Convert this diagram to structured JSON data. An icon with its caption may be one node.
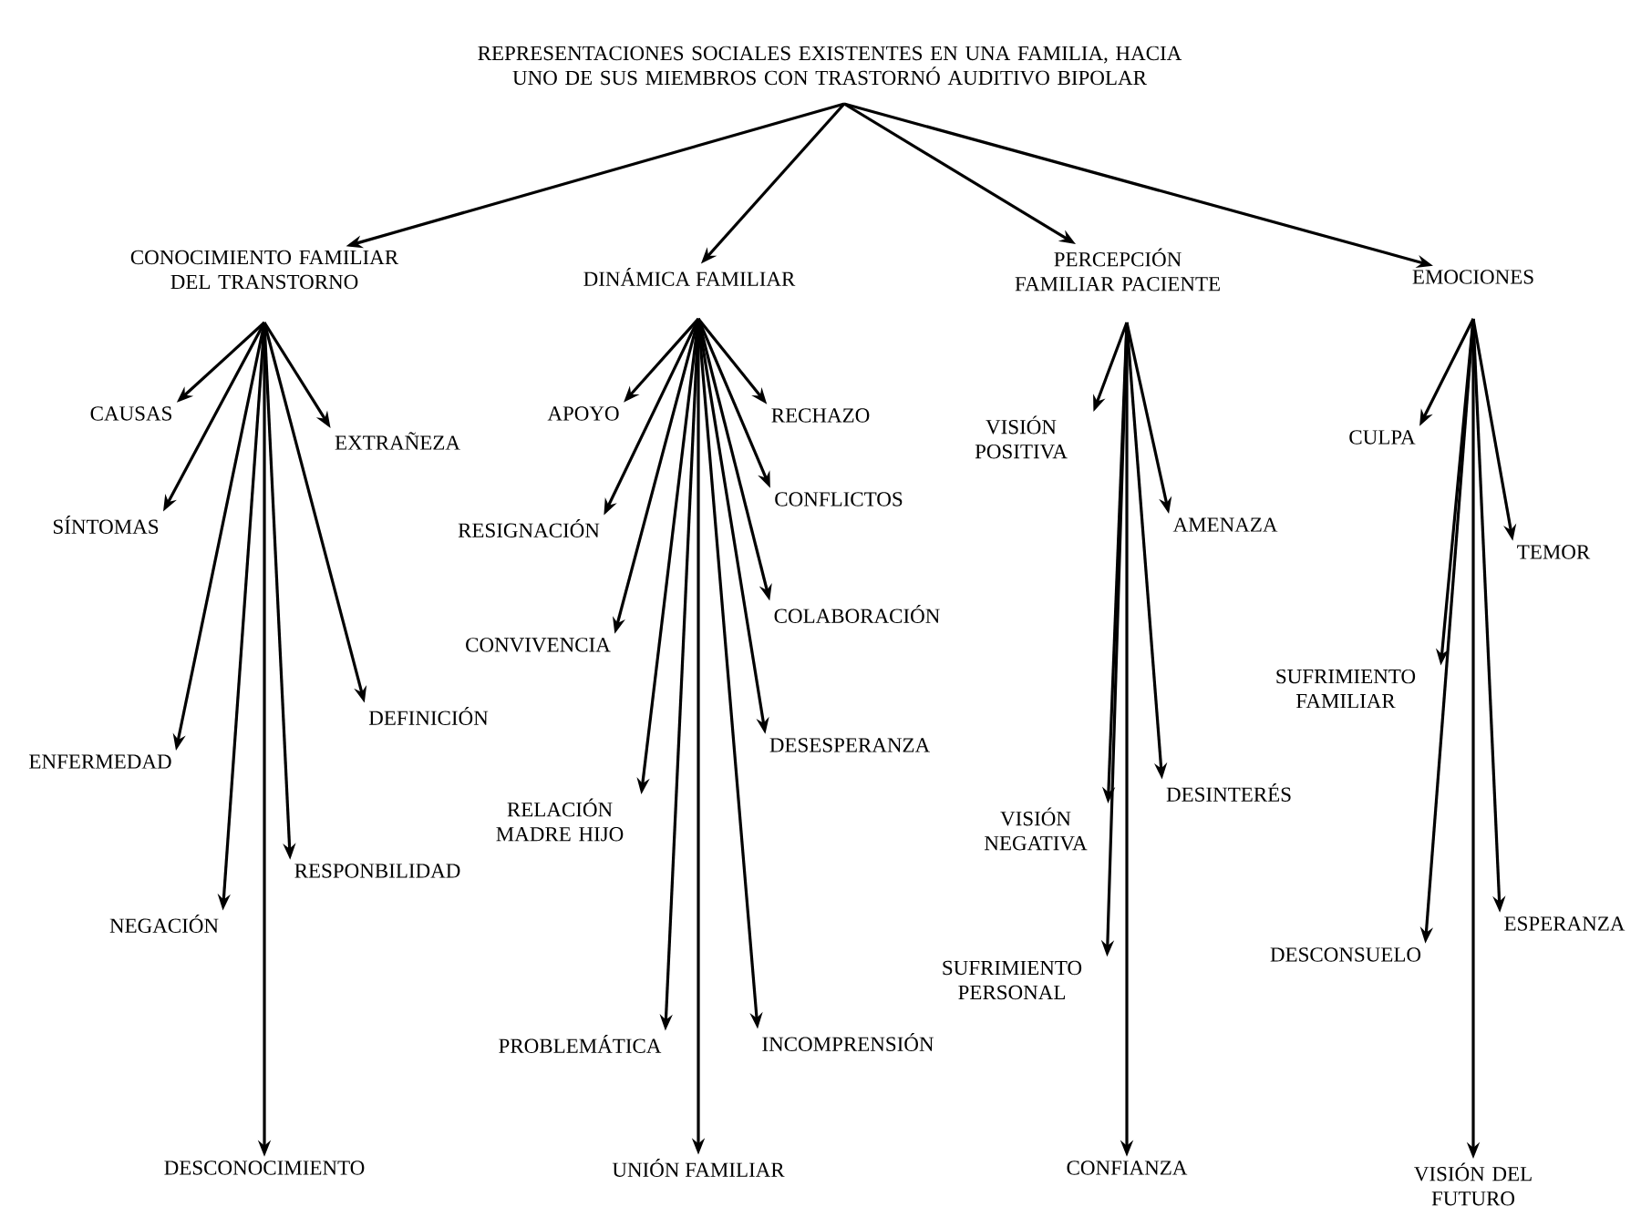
{
  "diagram": {
    "nodes": [
      {
        "text": [
          "REPRESENTACIONES SOCIALES EXISTENTES EN UNA FAMILIA, HACIA UNO DE SUS MIEMBROS CON TRASTORNÓ AUDITIVO BIPOLAR"
        ]
      },
      {
        "text": [
          "CONOCIMIENTO FAMILIAR DEL TRANSTORNO"
        ]
      },
      {
        "text": [
          "DINÁMICA FAMILIAR"
        ]
      },
      {
        "text": [
          "PERCEPCIÓN FAMILIAR PACIENTE"
        ]
      },
      {
        "text": [
          "EMOCIONES"
        ]
      },
      {
        "text": [
          "CAUSAS"
        ]
      },
      {
        "text": [
          "EXTRAÑEZA"
        ]
      },
      {
        "text": [
          "SÍNTOMAS"
        ]
      },
      {
        "text": [
          "DEFINICIÓN"
        ]
      },
      {
        "text": [
          "ENFERMEDAD"
        ]
      },
      {
        "text": [
          "RESPONBILIDAD"
        ]
      },
      {
        "text": [
          "NEGACIÓN"
        ]
      },
      {
        "text": [
          "DESCONOCIMIENTO"
        ]
      },
      {
        "text": [
          "APOYO"
        ]
      },
      {
        "text": [
          "RECHAZO"
        ]
      },
      {
        "text": [
          "CONFLICTOS"
        ]
      },
      {
        "text": [
          "RESIGNACIÓN"
        ]
      },
      {
        "text": [
          "COLABORACIÓN"
        ]
      },
      {
        "text": [
          "CONVIVENCIA"
        ]
      },
      {
        "text": [
          "DESESPERANZA"
        ]
      },
      {
        "text": [
          "RELACIÓN MADRE HIJO"
        ]
      },
      {
        "text": [
          "INCOMPRENSIÓN"
        ]
      },
      {
        "text": [
          "PROBLEMÁTICA"
        ]
      },
      {
        "text": [
          "UNIÓN FAMILIAR"
        ]
      },
      {
        "text": [
          "VISIÓN POSITIVA"
        ]
      },
      {
        "text": [
          "AMENAZA"
        ]
      },
      {
        "text": [
          "DESINTERÉS"
        ]
      },
      {
        "text": [
          "VISIÓN NEGATIVA"
        ]
      },
      {
        "text": [
          "SUFRIMIENTO PERSONAL"
        ]
      },
      {
        "text": [
          "CONFIANZA"
        ]
      },
      {
        "text": [
          "CULPA"
        ]
      },
      {
        "text": [
          "TEMOR"
        ]
      },
      {
        "text": [
          "SUFRIMIENTO FAMILIAR"
        ]
      },
      {
        "text": [
          "ESPERANZA"
        ]
      },
      {
        "text": [
          "DESCONSUELO"
        ]
      },
      {
        "text": [
          "VISIÓN DEL FUTURO"
        ]
      }
    ],
    "edges": [
      {
        "from": 0,
        "to": 1,
        "arrow": "to"
      },
      {
        "from": 0,
        "to": 2,
        "arrow": "to"
      },
      {
        "from": 0,
        "to": 3,
        "arrow": "to"
      },
      {
        "from": 0,
        "to": 4,
        "arrow": "to"
      },
      {
        "from": 1,
        "to": 5,
        "arrow": "to"
      },
      {
        "from": 1,
        "to": 6,
        "arrow": "to"
      },
      {
        "from": 1,
        "to": 7,
        "arrow": "to"
      },
      {
        "from": 1,
        "to": 8,
        "arrow": "to"
      },
      {
        "from": 1,
        "to": 9,
        "arrow": "to"
      },
      {
        "from": 1,
        "to": 10,
        "arrow": "to"
      },
      {
        "from": 1,
        "to": 11,
        "arrow": "to"
      },
      {
        "from": 1,
        "to": 12,
        "arrow": "to"
      },
      {
        "from": 2,
        "to": 13,
        "arrow": "to"
      },
      {
        "from": 2,
        "to": 14,
        "arrow": "to"
      },
      {
        "from": 2,
        "to": 15,
        "arrow": "to"
      },
      {
        "from": 2,
        "to": 16,
        "arrow": "to"
      },
      {
        "from": 2,
        "to": 17,
        "arrow": "to"
      },
      {
        "from": 2,
        "to": 18,
        "arrow": "to"
      },
      {
        "from": 2,
        "to": 19,
        "arrow": "to"
      },
      {
        "from": 2,
        "to": 20,
        "arrow": "to"
      },
      {
        "from": 2,
        "to": 21,
        "arrow": "to"
      },
      {
        "from": 2,
        "to": 22,
        "arrow": "to"
      },
      {
        "from": 2,
        "to": 23,
        "arrow": "to"
      },
      {
        "from": 3,
        "to": 24,
        "arrow": "to"
      },
      {
        "from": 3,
        "to": 25,
        "arrow": "to"
      },
      {
        "from": 3,
        "to": 26,
        "arrow": "to"
      },
      {
        "from": 3,
        "to": 27,
        "arrow": "to"
      },
      {
        "from": 3,
        "to": 28,
        "arrow": "to"
      },
      {
        "from": 3,
        "to": 29,
        "arrow": "to"
      },
      {
        "from": 4,
        "to": 30,
        "arrow": "to"
      },
      {
        "from": 4,
        "to": 31,
        "arrow": "to"
      },
      {
        "from": 4,
        "to": 32,
        "arrow": "to"
      },
      {
        "from": 4,
        "to": 33,
        "arrow": "to"
      },
      {
        "from": 4,
        "to": 34,
        "arrow": "to"
      },
      {
        "from": 4,
        "to": 35,
        "arrow": "to"
      }
    ]
  }
}
